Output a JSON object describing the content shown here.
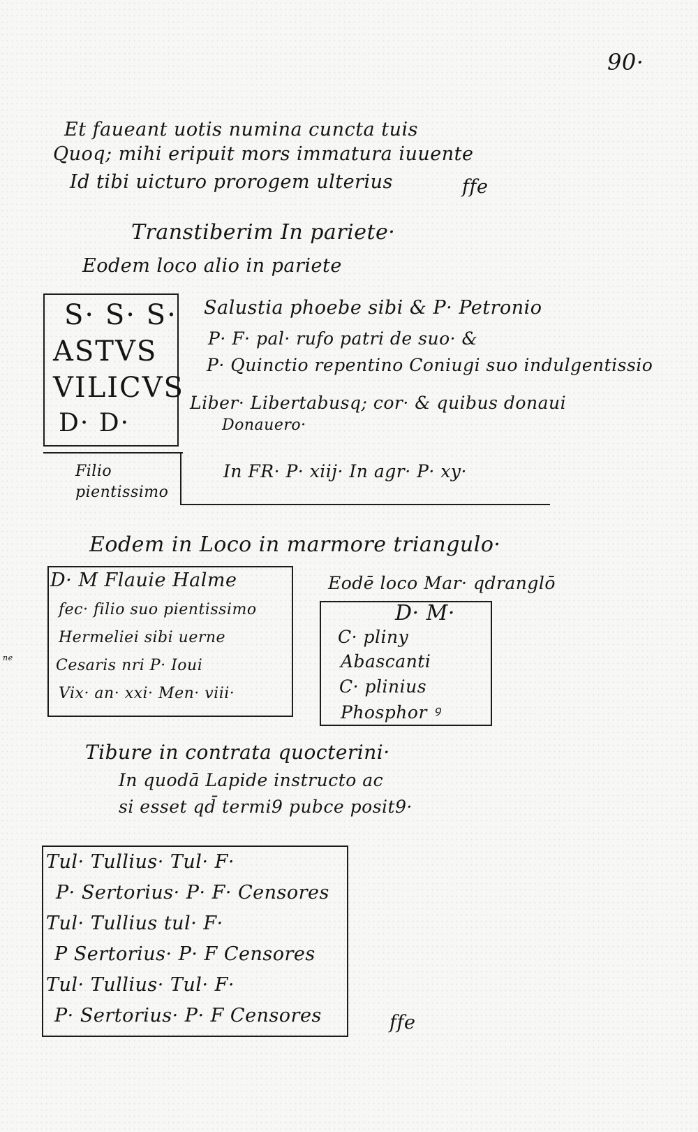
{
  "page_number": "90·",
  "poem": {
    "line1": "Et faueant uotis numina cuncta tuis",
    "line2": "Quoq; mihi eripuit mors immatura iuuente",
    "line3": "Id tibi uicturo prorogeт ulterius",
    "mark": "ffe"
  },
  "heading_trans": "Transtiberim In pariete·",
  "heading_eodem": "Eodem loco alio in pariete",
  "sss_box": {
    "line1": "S· S· S·",
    "line2": "ASTVS",
    "line3": "VILICVS",
    "line4": "D· D·"
  },
  "salustia": {
    "line1": "Salustia phoebe sibi & P· Petronio",
    "line2": "P· F· pal· rufo patri de suo· &",
    "line3": "P· Quinctio repentino Coniugi suo indulgentissio",
    "line4": "Liber· Libertabusq; cor· & quibus donaui",
    "line5": "Donauero·",
    "line6": "In FR· P· xiij· In agr· P· xy·"
  },
  "filio": {
    "line1": "Filio",
    "line2": "pientissimo"
  },
  "heading_triangulo": "Eodem in Loco in marmore triangulo·",
  "flaviae_box": {
    "line1": "D· M Flauie Halme",
    "line2": "fec· filio suo pientissimo",
    "line3": "Hermeliei sibi uerne",
    "line4": "Cesaris nri P· Ioui",
    "line5": "Vix· an· xxi· Men· viii·"
  },
  "margin_note": "ne",
  "quadrangulo_heading": "Eodē loco Mar· qdranglō",
  "plinii_box": {
    "line1": "D· M·",
    "line2": "C· pliny",
    "line3": "Abascanti",
    "line4": "C· plinius",
    "line5": "Phosphor ꝰ"
  },
  "tibure": {
    "line1": "Tibure in contrata quocterini·",
    "line2": "In quodā Lapide instructo ac",
    "line3": "si esset qd̄ termi9 pubce posit9·"
  },
  "tullius_box": {
    "line1": "Tul· Tullius· Tul· F·",
    "line2": "P· Sertorius· P· F· Censores",
    "line3": "Tul· Tullius tul· F·",
    "line4": "P Sertorius· P· F Censores",
    "line5": "Tul· Tullius· Tul· F·",
    "line6": "P· Sertorius· P· F Censores"
  },
  "end_mark": "ffe"
}
